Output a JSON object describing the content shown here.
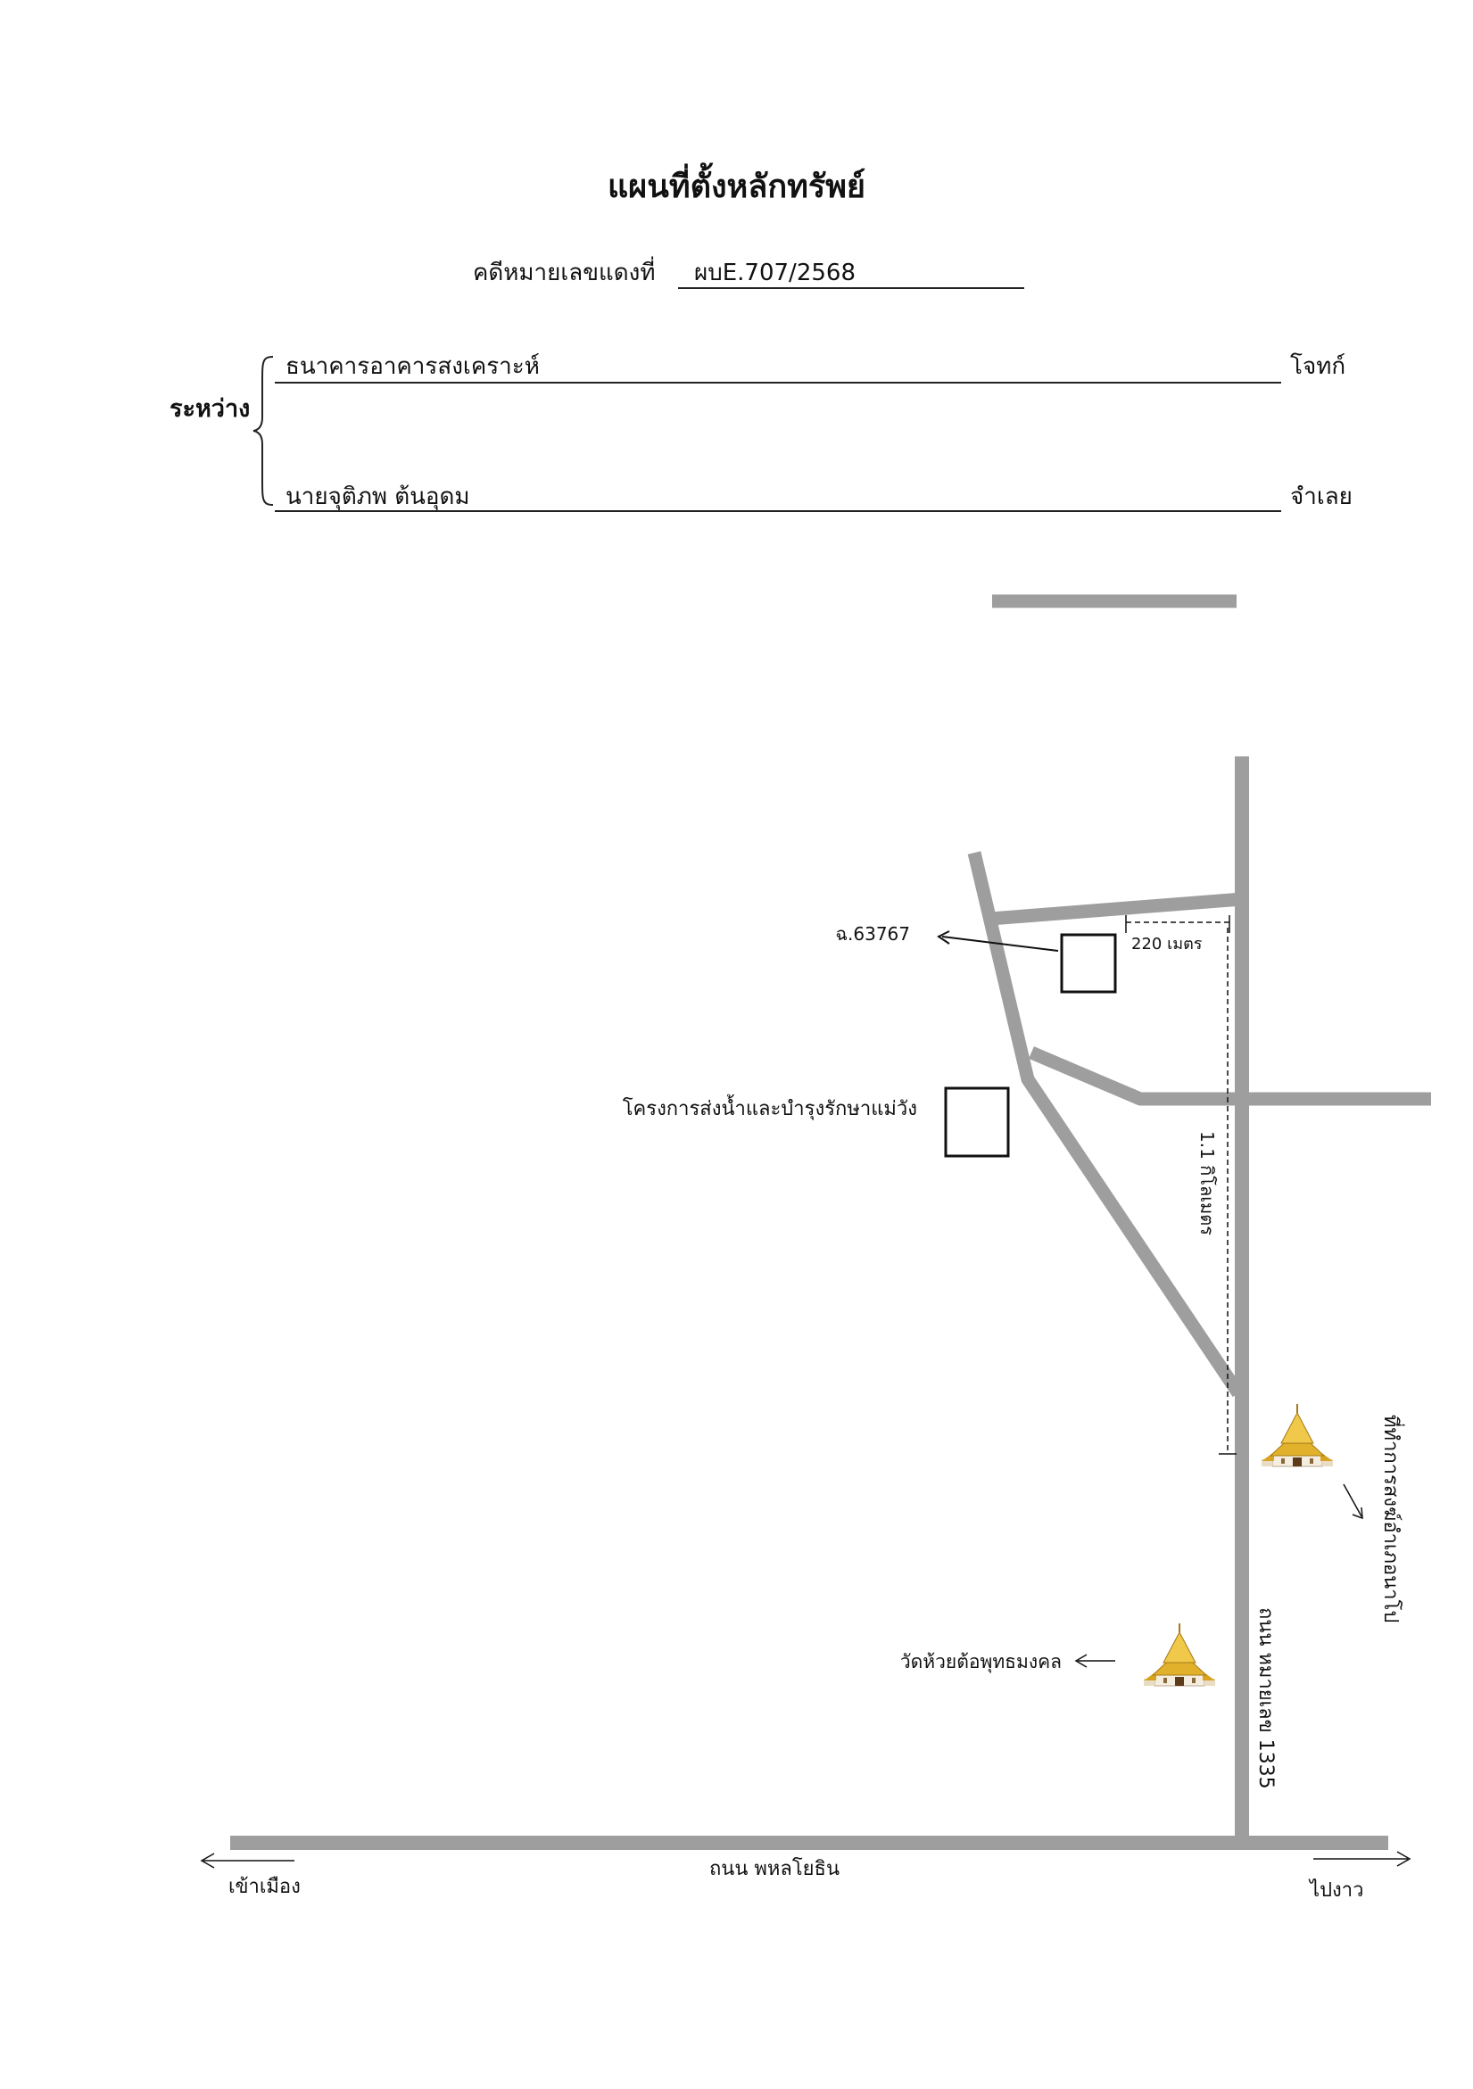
{
  "header": {
    "title": "แผนที่ตั้งหลักทรัพย์",
    "case_label": "คดีหมายเลขแดงที่",
    "case_number": "ผบE.707/2568"
  },
  "parties": {
    "between_label": "ระหว่าง",
    "plaintiff_name": "ธนาคารอาคารสงเคราะห์",
    "plaintiff_role": "โจทก์",
    "defendant_name": "นายจุติภพ  ต้นอุดม",
    "defendant_role": "จำเลย"
  },
  "map": {
    "road_color": "#9e9e9e",
    "parcel_label": "ฉ.63767",
    "project_label": "โครงการส่งน้ำและบำรุงรักษาแม่วัง",
    "distance_short": "220 เมตร",
    "distance_long": "1.1 กิโลเมตร",
    "temple_label": "วัดห้วยต้อพุทธมงคล",
    "district_office_label": "ที่ทำการสงฆ์อำเภอนาโป",
    "main_road_label": "ถนน พหลโยธิน",
    "side_road_label": "ถนน หมายเลข 1335",
    "direction_left": "เข้าเมือง",
    "direction_right": "ไปงาว"
  },
  "icons": [
    "temple-icon",
    "arrow-left-icon",
    "arrow-right-icon"
  ]
}
